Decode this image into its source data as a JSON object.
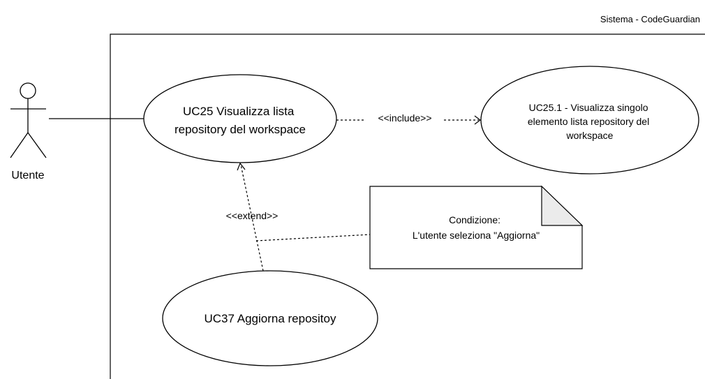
{
  "system": {
    "title": "Sistema - CodeGuardian"
  },
  "actor": {
    "label": "Utente"
  },
  "use_cases": {
    "uc25": {
      "lines": [
        "UC25 Visualizza lista",
        "repository del workspace"
      ]
    },
    "uc25_1": {
      "lines": [
        "UC25.1 - Visualizza singolo",
        "elemento lista repository del",
        "workspace"
      ]
    },
    "uc37": {
      "lines": [
        "UC37 Aggiorna repositoy"
      ]
    }
  },
  "relations": {
    "include_label": "<<include>>",
    "extend_label": "<<extend>>"
  },
  "note": {
    "lines": [
      "Condizione:",
      "L'utente seleziona \"Aggiorna\""
    ]
  },
  "colors": {
    "stroke": "#000000",
    "note_fold": "#ebebeb",
    "background": "#ffffff"
  }
}
